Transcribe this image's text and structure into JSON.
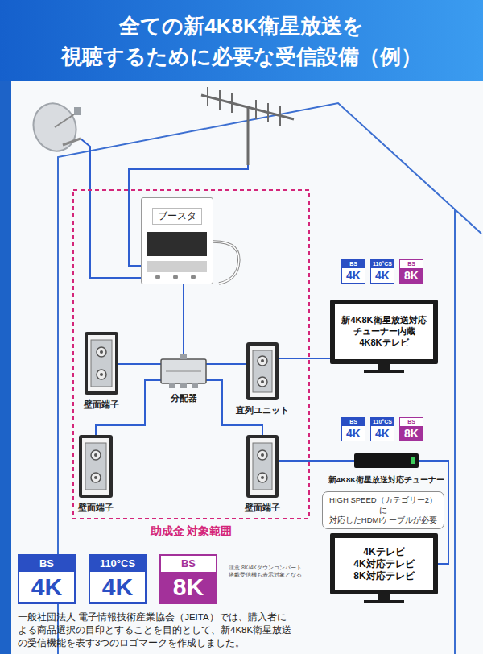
{
  "diagram": {
    "title": "全ての新4K8K衛星放送を 視聴するために必要な受信設備（例）",
    "nodes": [
      {
        "text": [
          "助成金 対象範囲"
        ]
      },
      {
        "text": [
          "ブースタ"
        ],
        "in": 0
      },
      {
        "text": [
          "BS",
          "4K"
        ]
      },
      {
        "text": [
          "110°CS",
          "4K"
        ]
      },
      {
        "text": [
          "BS",
          "8K"
        ]
      },
      {
        "text": [
          "壁面端子"
        ],
        "in": 0
      },
      {
        "text": [
          "分配器"
        ],
        "in": 0
      },
      {
        "text": [
          "直列ユニット"
        ],
        "in": 0
      },
      {
        "text": [
          "新4K8K衛星放送対応 チューナー内蔵 4K8Kテレビ"
        ]
      },
      {
        "text": [
          "壁面端子"
        ],
        "in": 0
      },
      {
        "text": [
          "壁面端子"
        ],
        "in": 0
      },
      {
        "text": [
          "BS",
          "4K"
        ]
      },
      {
        "text": [
          "110°CS",
          "4K"
        ]
      },
      {
        "text": [
          "BS",
          "8K"
        ]
      },
      {
        "text": [
          "新4K8K衛星放送対応チューナー"
        ]
      },
      {
        "text": [
          "HIGH SPEED（カテゴリー2）に 対応したHDMIケーブルが必要"
        ]
      },
      {
        "text": [
          "4Kテレビ 4K対応テレビ 8K対応テレビ"
        ]
      },
      {
        "text": [
          "BS",
          "4K"
        ]
      },
      {
        "text": [
          "110°CS",
          "4K"
        ]
      },
      {
        "text": [
          "BS",
          "8K"
        ]
      }
    ],
    "edges": [
      {
        "from": 1,
        "to": 6,
        "arrow": "none"
      },
      {
        "from": 6,
        "to": 5,
        "arrow": "none"
      },
      {
        "from": 6,
        "to": 7,
        "arrow": "none"
      },
      {
        "from": 6,
        "to": 9,
        "arrow": "none"
      },
      {
        "from": 6,
        "to": 10,
        "arrow": "none"
      },
      {
        "from": 7,
        "to": 8,
        "arrow": "none"
      },
      {
        "from": 10,
        "to": 14,
        "arrow": "none"
      },
      {
        "from": 14,
        "to": 16,
        "arrow": "none"
      }
    ],
    "labels": [
      "注意 8K/4Kダウンコンバート 搭載受信機も表示対象となる",
      "一般社団法人 電子情報技術産業協会（JEITA）では、購入者に よる商品選択の目印とすることを目的として、新4K8K衛星放送 の受信機能を表す3つのロゴマークを作成しました。"
    ]
  }
}
